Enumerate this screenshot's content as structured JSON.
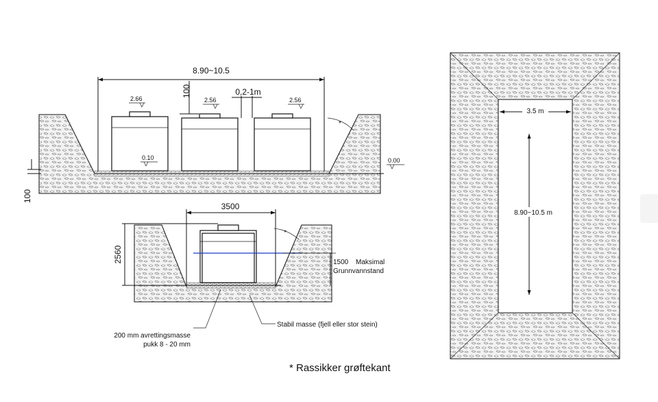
{
  "section_view": {
    "overall_length": "8.90~10.5",
    "spacing_top": "100",
    "gap_between_tanks": "0,2-1m",
    "level_tank1": "2.66",
    "level_tank2": "2.56",
    "level_tank3": "2.56",
    "bottom_level": "0.10",
    "ground_level": "0.00",
    "bedding_thickness": "100",
    "slope_marker": "*"
  },
  "cross_section": {
    "width": "3500",
    "height": "2560",
    "slope_marker": "*",
    "groundwater_value": "1500",
    "groundwater_line1": "Maksimal",
    "groundwater_line2": "Grunnvannstand",
    "groundwater_color": "#1a3cc8",
    "bedding_label_line1": "200 mm avrettingsmasse",
    "bedding_label_line2": "pukk 8 - 20 mm",
    "foundation_label": "Stabil masse (fjell eller stor stein)"
  },
  "plan_view": {
    "width": "3.5 m",
    "length": "8.90~10.5 m"
  },
  "footnote": "* Rassikker grøftekant"
}
